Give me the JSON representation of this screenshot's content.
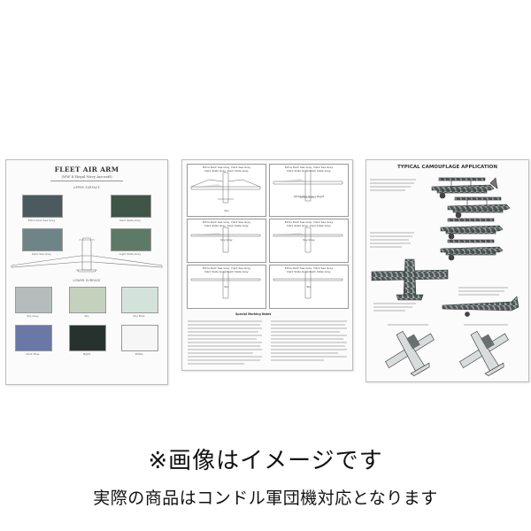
{
  "sheet1": {
    "title": "FLEET AIR ARM",
    "subtitle": "(WW II Royal Navy Aircraft)",
    "upper_label": "UPPER SURFACE",
    "lower_label": "LOWER SURFACE",
    "upper_swatches": [
      {
        "label": "Extra Dark Sea Grey",
        "color": "#4a5a5e"
      },
      {
        "label": "Dark Slate Grey",
        "color": "#3e5548"
      },
      {
        "label": "Dark Sea Grey",
        "color": "#6f8486"
      },
      {
        "label": "Light Slate Grey",
        "color": "#5d7a68"
      }
    ],
    "lower_swatches": [
      {
        "label": "Sky Grey",
        "color": "#b4bcbc"
      },
      {
        "label": "Sky",
        "color": "#c4d1bc"
      },
      {
        "label": "Sky Blue",
        "color": "#d4e2dc"
      },
      {
        "label": "Dark Blue",
        "color": "#6a78a8"
      },
      {
        "label": "Night",
        "color": "#27322e"
      },
      {
        "label": "White",
        "color": "#f6f6f6"
      }
    ]
  },
  "sheet2": {
    "cells": [
      {
        "head_left": "Extra Dark Sea Grey",
        "head_left2": "Dark Slate Grey",
        "head_right": "Dark Sea Grey",
        "head_right2": "Dark Slate Grey",
        "foot": "Sky"
      },
      {
        "head_left": "Extra Dark Sea Grey",
        "head_left2": "Dark Slate Grey",
        "head_right": "Dark Sea Grey",
        "head_right2": "Dark Slate Grey",
        "foot": "White/Sky Grey / Night"
      },
      {
        "head_left": "Extra Dark Sea Grey",
        "head_left2": "Dark Slate Grey",
        "head_right": "Dark Sea Grey",
        "head_right2": "Dark Slate Grey",
        "foot": "Sky Grey"
      },
      {
        "head_left": "Extra Dark Sea Grey",
        "head_left2": "Dark Slate Grey",
        "head_right": "Dark Sea Grey",
        "head_right2": "Dark Slate Grey",
        "foot": "Sky Grey"
      },
      {
        "head_left": "Extra Dark Sea Grey",
        "head_left2": "Dark Slate Grey",
        "head_right": "Dark Sea Grey",
        "head_right2": "Dark Slate Grey",
        "foot": "Sky"
      },
      {
        "head_left": "Extra Dark Sea Grey",
        "head_left2": "Dark Slate Grey",
        "head_right": "Dark Sea Grey",
        "head_right2": "Dark Slate Grey",
        "foot": "Sky"
      }
    ],
    "notes_title": "Special Marking Notes"
  },
  "sheet3": {
    "title": "TYPICAL CAMOUFLAGE APPLICATION"
  },
  "caption": {
    "line1": "※画像はイメージです",
    "line2": "実際の商品はコンドル軍団機対応となります"
  },
  "colors": {
    "sheet_border": "#bdbdbd",
    "text": "#111111"
  }
}
